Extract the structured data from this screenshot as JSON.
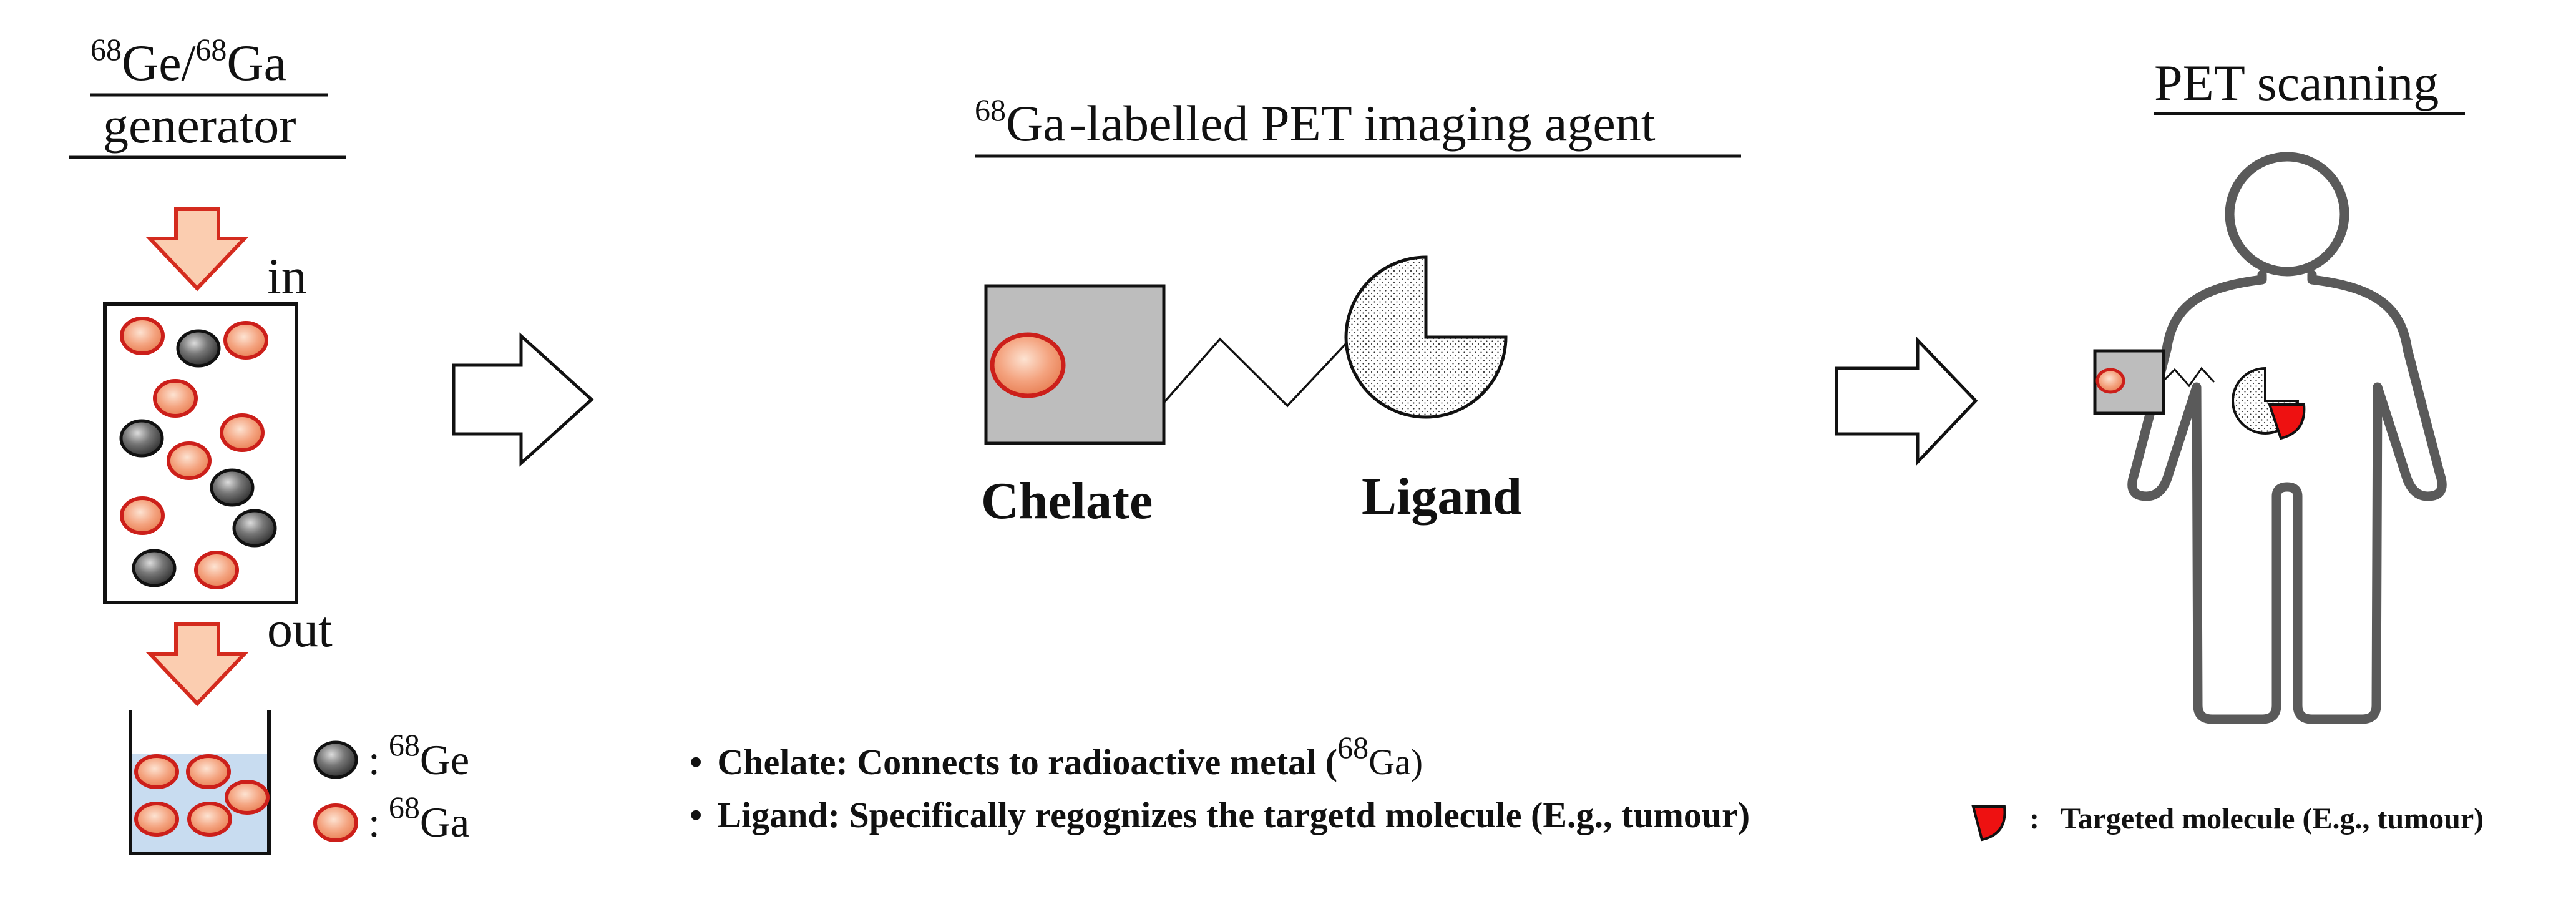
{
  "generator": {
    "title_line1": {
      "sup1": "68",
      "el1": "Ge",
      "slash": "/",
      "sup2": "68",
      "el2": "Ga"
    },
    "title_line2": "generator",
    "in_label": "in",
    "out_label": "out"
  },
  "legend_ge": {
    "colon": ":",
    "sup": "68",
    "el": "Ge"
  },
  "legend_ga": {
    "colon": ":",
    "sup": "68",
    "el": "Ga"
  },
  "agent": {
    "title": {
      "sup": "68",
      "el": "Ga",
      "rest": "-labelled PET imaging agent"
    },
    "chelate_label": "Chelate",
    "ligand_label": "Ligand"
  },
  "pet": {
    "title": "PET scanning"
  },
  "bullets": [
    {
      "bullet": "•",
      "text": "Chelate: Connects to radioactive metal (",
      "sup": "68",
      "el": "Ga",
      "close": ")"
    },
    {
      "bullet": "•",
      "text": "Ligand: Specifically regognizes the targetd molecule (E.g., tumour)"
    }
  ],
  "target_legend": {
    "colon": ":",
    "text": "Targeted molecule (E.g., tumour)"
  },
  "colors": {
    "ga_fill": "#f4a37f",
    "ga_stroke": "#cc1f1a",
    "ge_fill": "#555555",
    "chelate_fill": "#bdbdbd",
    "liquid": "#c8dcf0",
    "target_red": "#ee1111",
    "arrow_red": "#d42b1e",
    "arrow_fill": "#fbcdb0",
    "body_line": "#5a5a5a"
  }
}
